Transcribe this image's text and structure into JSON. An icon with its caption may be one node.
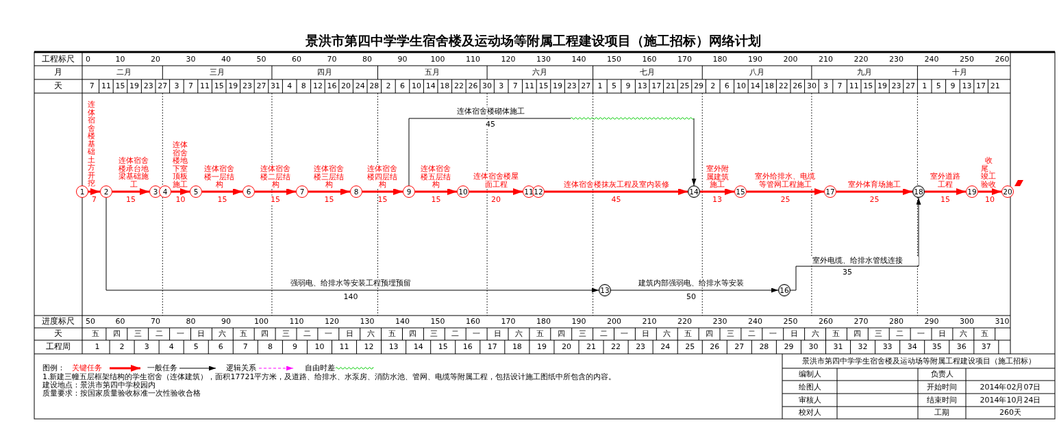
{
  "diagram": {
    "title": "景洪市第四中学学生宿舍楼及运动场等附属工程建设项目（施工招标）网络计划",
    "nodes": [
      {
        "text": [
          "1"
        ]
      },
      {
        "text": [
          "2"
        ]
      },
      {
        "text": [
          "3"
        ]
      },
      {
        "text": [
          "4"
        ]
      },
      {
        "text": [
          "5"
        ]
      },
      {
        "text": [
          "6"
        ]
      },
      {
        "text": [
          "7"
        ]
      },
      {
        "text": [
          "8"
        ]
      },
      {
        "text": [
          "9"
        ]
      },
      {
        "text": [
          "10"
        ]
      },
      {
        "text": [
          "11"
        ]
      },
      {
        "text": [
          "12"
        ]
      },
      {
        "text": [
          "13"
        ]
      },
      {
        "text": [
          "14"
        ]
      },
      {
        "text": [
          "15"
        ]
      },
      {
        "text": [
          "16"
        ]
      },
      {
        "text": [
          "17"
        ]
      },
      {
        "text": [
          "18"
        ]
      },
      {
        "text": [
          "19"
        ]
      },
      {
        "text": [
          "20"
        ]
      }
    ],
    "edges": [
      {
        "from": 0,
        "to": 1,
        "arrow": "to",
        "label": "连体宿舍楼基础土方开挖"
      },
      {
        "from": 1,
        "to": 2,
        "arrow": "to",
        "label": "连体宿舍楼承台地梁基础施工"
      },
      {
        "from": 3,
        "to": 4,
        "arrow": "to",
        "label": "连体宿舍楼地下室顶板施工"
      },
      {
        "from": 4,
        "to": 5,
        "arrow": "to",
        "label": "连体宿舍楼一层结构"
      },
      {
        "from": 5,
        "to": 6,
        "arrow": "to",
        "label": "连体宿舍楼二层结构"
      },
      {
        "from": 6,
        "to": 7,
        "arrow": "to",
        "label": "连体宿舍楼三层结构"
      },
      {
        "from": 7,
        "to": 8,
        "arrow": "to",
        "label": "连体宿舍楼四层结构"
      },
      {
        "from": 8,
        "to": 9,
        "arrow": "to",
        "label": "连体宿舍楼五层结构"
      },
      {
        "from": 9,
        "to": 10,
        "arrow": "to",
        "label": "连体宿舍楼屋面工程"
      },
      {
        "from": 11,
        "to": 13,
        "arrow": "to",
        "label": "连体宿舍楼抹灰工程及室内装修"
      },
      {
        "from": 13,
        "to": 14,
        "arrow": "to",
        "label": "室外附属建筑施工"
      },
      {
        "from": 14,
        "to": 16,
        "arrow": "to",
        "label": "室外给排水、电缆等管网工程施工"
      },
      {
        "from": 16,
        "to": 17,
        "arrow": "to",
        "label": "室外体育场施工"
      },
      {
        "from": 17,
        "to": 18,
        "arrow": "to",
        "label": "室外道路工程"
      },
      {
        "from": 18,
        "to": 19,
        "arrow": "to",
        "label": "收尾、竣工验收"
      },
      {
        "from": 8,
        "to": 13,
        "arrow": "to",
        "color": "#000000",
        "label": "连体宿舍楼砌体施工"
      },
      {
        "from": 1,
        "to": 12,
        "arrow": "to",
        "color": "#000000",
        "label": "强弱电、给排水等安装工程预埋预留"
      },
      {
        "from": 12,
        "to": 15,
        "arrow": "to",
        "color": "#000000",
        "label": "建筑内部强弱电、给排水等安装"
      },
      {
        "from": 15,
        "to": 17,
        "arrow": "to",
        "color": "#000000",
        "label": "室外电缆、给排水管线连接"
      }
    ],
    "labels": [
      "工程标尺",
      "月",
      "天",
      "0",
      "10",
      "20",
      "30",
      "40",
      "50",
      "60",
      "70",
      "80",
      "90",
      "100",
      "110",
      "120",
      "130",
      "140",
      "150",
      "160",
      "170",
      "180",
      "190",
      "200",
      "210",
      "220",
      "230",
      "240",
      "250",
      "260",
      "二月",
      "三月",
      "四月",
      "五月",
      "六月",
      "七月",
      "八月",
      "九月",
      "十月",
      "7",
      "11",
      "15",
      "19",
      "23",
      "27",
      "3",
      "7",
      "11",
      "15",
      "19",
      "23",
      "27",
      "31",
      "4",
      "8",
      "12",
      "16",
      "20",
      "24",
      "28",
      "2",
      "6",
      "10",
      "14",
      "18",
      "22",
      "26",
      "30",
      "3",
      "7",
      "11",
      "15",
      "19",
      "23",
      "27",
      "1",
      "5",
      "9",
      "13",
      "17",
      "21",
      "25",
      "29",
      "2",
      "6",
      "10",
      "14",
      "18",
      "22",
      "26",
      "30",
      "3",
      "7",
      "11",
      "15",
      "19",
      "23",
      "27",
      "1",
      "5",
      "9",
      "13",
      "17",
      "21",
      "进度标尺",
      "天",
      "工程周",
      "50",
      "60",
      "70",
      "80",
      "90",
      "100",
      "110",
      "120",
      "130",
      "140",
      "150",
      "160",
      "170",
      "180",
      "190",
      "200",
      "210",
      "220",
      "230",
      "240",
      "250",
      "260",
      "270",
      "280",
      "290",
      "300",
      "310",
      "五",
      "四",
      "三",
      "二",
      "一",
      "日",
      "六",
      "五",
      "四",
      "三",
      "二",
      "一",
      "日",
      "六",
      "五",
      "四",
      "三",
      "二",
      "一",
      "日",
      "六",
      "五",
      "四",
      "三",
      "二",
      "一",
      "日",
      "六",
      "五",
      "四",
      "三",
      "二",
      "一",
      "日",
      "六",
      "五",
      "四",
      "三",
      "二",
      "一",
      "日",
      "六",
      "五",
      "1",
      "2",
      "3",
      "4",
      "5",
      "6",
      "7",
      "8",
      "9",
      "10",
      "11",
      "12",
      "13",
      "14",
      "15",
      "16",
      "17",
      "18",
      "19",
      "20",
      "21",
      "22",
      "23",
      "24",
      "25",
      "26",
      "27",
      "28",
      "29",
      "30",
      "31",
      "32",
      "33",
      "34",
      "35",
      "36",
      "37",
      "7",
      "15",
      "10",
      "15",
      "15",
      "15",
      "15",
      "15",
      "20",
      "45",
      "13",
      "25",
      "25",
      "15",
      "10",
      "45",
      "140",
      "50",
      "35",
      "图例：",
      "1.新建三幢五层框架结构的学生宿舍（连体建筑），面积17721平方米，及道路、给排水、水泵房、消防水池、管网、电缆等附属工程，包括设计施工图纸中所包含的内容。",
      "建设地点：景洪市第四中学校园内",
      "质量要求：按国家质量验收标准一次性验收合格",
      "景洪市第四中学学生宿舍楼及运动场等附属工程建设项目（施工招标）",
      "编制人",
      "负责人",
      "绘图人",
      "开始时间",
      "2014年02月07日",
      "审核人",
      "结束时间",
      "2014年10月24日",
      "校对人",
      "工期",
      "260天"
    ],
    "legend": [
      {
        "text": "关键任务"
      },
      {
        "text": "一般任务"
      },
      {
        "text": "逻辑关系"
      },
      {
        "text": "自由时差"
      }
    ]
  }
}
